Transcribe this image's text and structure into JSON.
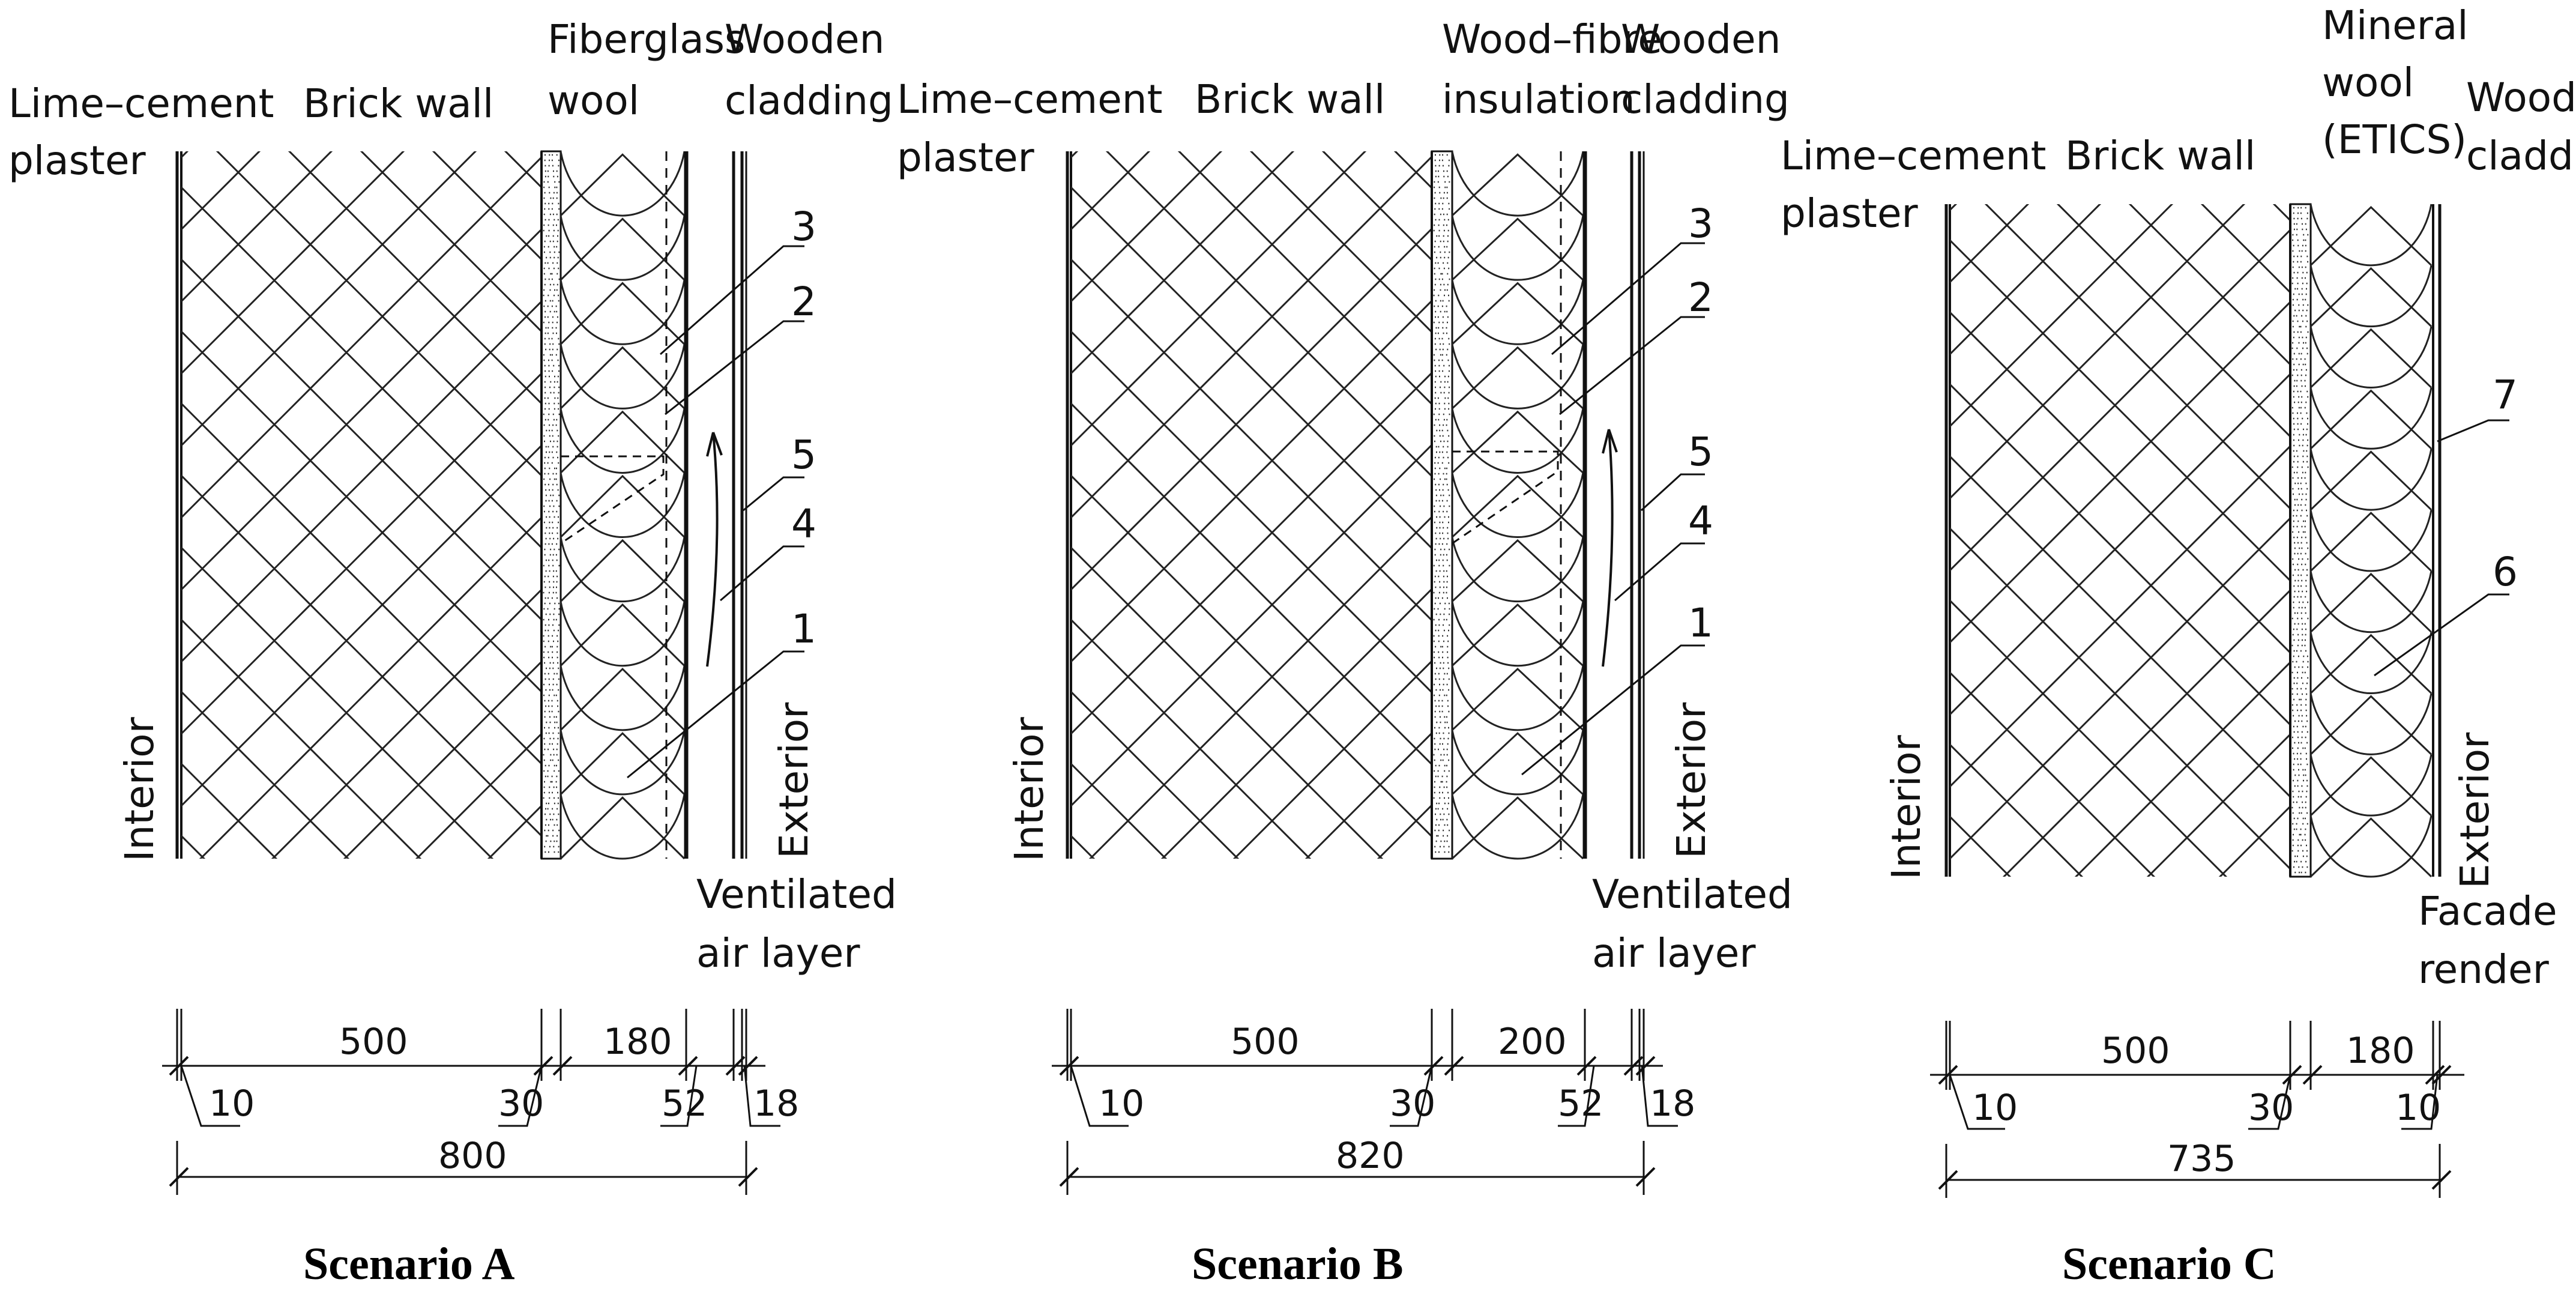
{
  "diagram": {
    "colors": {
      "line": "#111111",
      "background": "#ffffff"
    },
    "scenarios": [
      {
        "id": "A",
        "caption": "Scenario A",
        "labels": {
          "plaster": [
            "Lime–cement",
            "plaster"
          ],
          "brick": "Brick wall",
          "insulation": [
            "Fiberglass",
            "wool"
          ],
          "cladding": [
            "Wooden",
            "cladding"
          ],
          "interior": "Interior",
          "exterior": "Exterior",
          "bottom": [
            "Ventilated",
            "air layer"
          ]
        },
        "callouts": [
          "3",
          "2",
          "5",
          "4",
          "1"
        ],
        "dims": {
          "main": "500",
          "insul": "180",
          "plaster": "10",
          "adhesive": "30",
          "air": "52",
          "clad": "18",
          "total": "800"
        }
      },
      {
        "id": "B",
        "caption": "Scenario B",
        "labels": {
          "plaster": [
            "Lime–cement",
            "plaster"
          ],
          "brick": "Brick wall",
          "insulation": [
            "Wood–fibre",
            "insulation"
          ],
          "cladding": [
            "Wooden",
            "cladding"
          ],
          "interior": "Interior",
          "exterior": "Exterior",
          "bottom": [
            "Ventilated",
            "air layer"
          ]
        },
        "callouts": [
          "3",
          "2",
          "5",
          "4",
          "1"
        ],
        "dims": {
          "main": "500",
          "insul": "200",
          "plaster": "10",
          "adhesive": "30",
          "air": "52",
          "clad": "18",
          "total": "820"
        }
      },
      {
        "id": "C",
        "caption": "Scenario C",
        "labels": {
          "plaster": [
            "Lime–cement",
            "plaster"
          ],
          "brick": "Brick wall",
          "insulation": [
            "Mineral",
            "wool",
            "(ETICS)"
          ],
          "cladding": [
            "Wooden",
            "cladding"
          ],
          "interior": "Interior",
          "exterior": "Exterior",
          "bottom": [
            "Facade",
            "render"
          ]
        },
        "callouts": [
          "7",
          "6"
        ],
        "dims": {
          "main": "500",
          "insul": "180",
          "plaster": "10",
          "adhesive": "30",
          "render": "10",
          "total": "735"
        }
      }
    ]
  }
}
